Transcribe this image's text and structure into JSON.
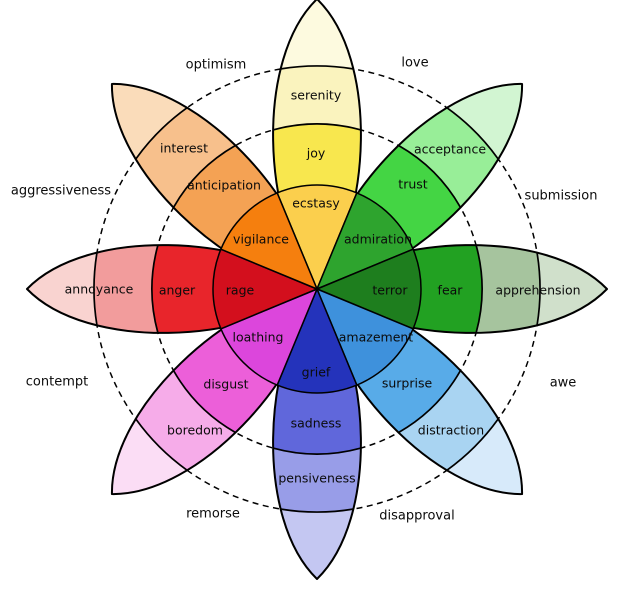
{
  "wheel": {
    "background_color": "#ffffff",
    "outline_color": "#000000",
    "petals": [
      {
        "name": "joy",
        "position": "top",
        "angle": 0,
        "labels": {
          "outer": "serenity",
          "mid": "joy",
          "inner": "ecstasy"
        },
        "colors": {
          "tip": "#fdfadf",
          "outer": "#faf3be",
          "mid": "#f8e74e",
          "inner": "#fbcf4d"
        }
      },
      {
        "name": "trust",
        "position": "top-right",
        "angle": 45,
        "labels": {
          "outer": "acceptance",
          "mid": "trust",
          "inner": "admiration"
        },
        "colors": {
          "tip": "#d2f5d2",
          "outer": "#98ee98",
          "mid": "#44d544",
          "inner": "#2ea42e"
        }
      },
      {
        "name": "fear",
        "position": "right",
        "angle": 90,
        "labels": {
          "outer": "apprehension",
          "mid": "fear",
          "inner": "terror"
        },
        "colors": {
          "tip": "#d0e0cb",
          "outer": "#a6c49e",
          "mid": "#22a122",
          "inner": "#1e7e1e"
        }
      },
      {
        "name": "surprise",
        "position": "bottom-right",
        "angle": 135,
        "labels": {
          "outer": "distraction",
          "mid": "surprise",
          "inner": "amazement"
        },
        "colors": {
          "tip": "#d7eafa",
          "outer": "#a9d4f2",
          "mid": "#58abe8",
          "inner": "#3e91dc"
        }
      },
      {
        "name": "sadness",
        "position": "bottom",
        "angle": 180,
        "labels": {
          "outer": "pensiveness",
          "mid": "sadness",
          "inner": "grief"
        },
        "colors": {
          "tip": "#c4c7f2",
          "outer": "#989de8",
          "mid": "#6067db",
          "inner": "#2433bb"
        }
      },
      {
        "name": "disgust",
        "position": "bottom-left",
        "angle": 225,
        "labels": {
          "outer": "boredom",
          "mid": "disgust",
          "inner": "loathing"
        },
        "colors": {
          "tip": "#fbddf5",
          "outer": "#f6ace9",
          "mid": "#ec5fd9",
          "inner": "#dc46dc"
        }
      },
      {
        "name": "anger",
        "position": "left",
        "angle": 270,
        "labels": {
          "outer": "annoyance",
          "mid": "anger",
          "inner": "rage"
        },
        "colors": {
          "tip": "#f9d3d0",
          "outer": "#f29c9c",
          "mid": "#e8252b",
          "inner": "#d30f1d"
        }
      },
      {
        "name": "anticipation",
        "position": "top-left",
        "angle": 315,
        "labels": {
          "outer": "interest",
          "mid": "anticipation",
          "inner": "vigilance"
        },
        "colors": {
          "tip": "#fadcba",
          "outer": "#f7c08c",
          "mid": "#f4a254",
          "inner": "#f57f0e"
        }
      }
    ],
    "dyads": [
      {
        "label": "optimism"
      },
      {
        "label": "love"
      },
      {
        "label": "submission"
      },
      {
        "label": "awe"
      },
      {
        "label": "disapproval"
      },
      {
        "label": "remorse"
      },
      {
        "label": "contempt"
      },
      {
        "label": "aggressiveness"
      }
    ]
  }
}
